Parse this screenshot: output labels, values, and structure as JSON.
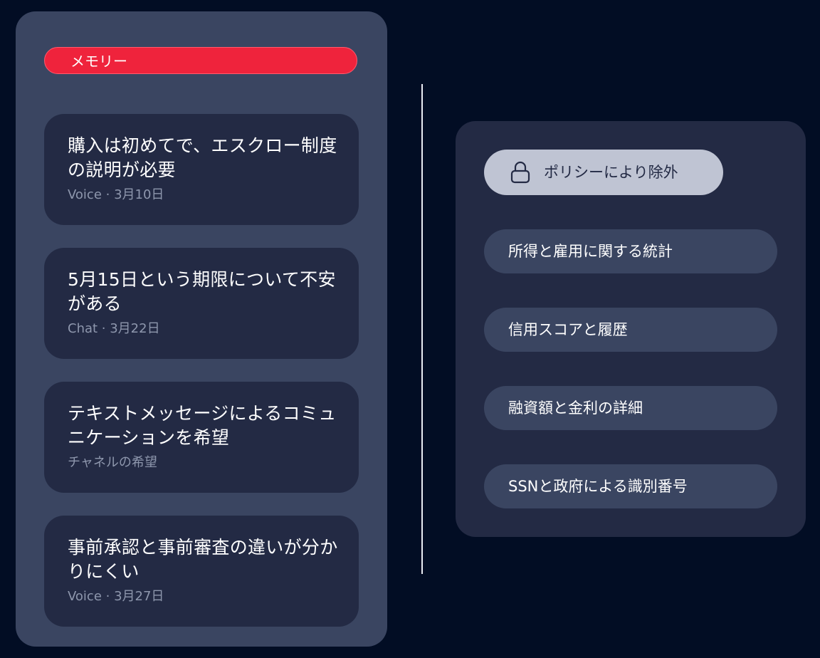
{
  "memory": {
    "header_label": "メモリー",
    "cards": [
      {
        "title": "購入は初めてで、エスクロー制度の説明が必要",
        "meta": "Voice · 3月10日"
      },
      {
        "title": "5月15日という期限について不安がある",
        "meta": "Chat · 3月22日"
      },
      {
        "title": "テキストメッセージによるコミュニケーションを希望",
        "meta": "チャネルの希望"
      },
      {
        "title": "事前承認と事前審査の違いが分かりにくい",
        "meta": "Voice · 3月27日"
      }
    ]
  },
  "policy": {
    "excluded_label": "ポリシーにより除外",
    "excluded_icon": "lock-icon",
    "categories": [
      {
        "label": "所得と雇用に関する統計"
      },
      {
        "label": "信用スコアと履歴"
      },
      {
        "label": "融資額と金利の詳細"
      },
      {
        "label": "SSNと政府による識別番号"
      }
    ]
  },
  "colors": {
    "background": "#020d24",
    "panel": "#3a4561",
    "card": "#232a44",
    "accent": "#ef233c",
    "chip_light": "#bfc4d3",
    "meta_text": "#8e97ad"
  }
}
